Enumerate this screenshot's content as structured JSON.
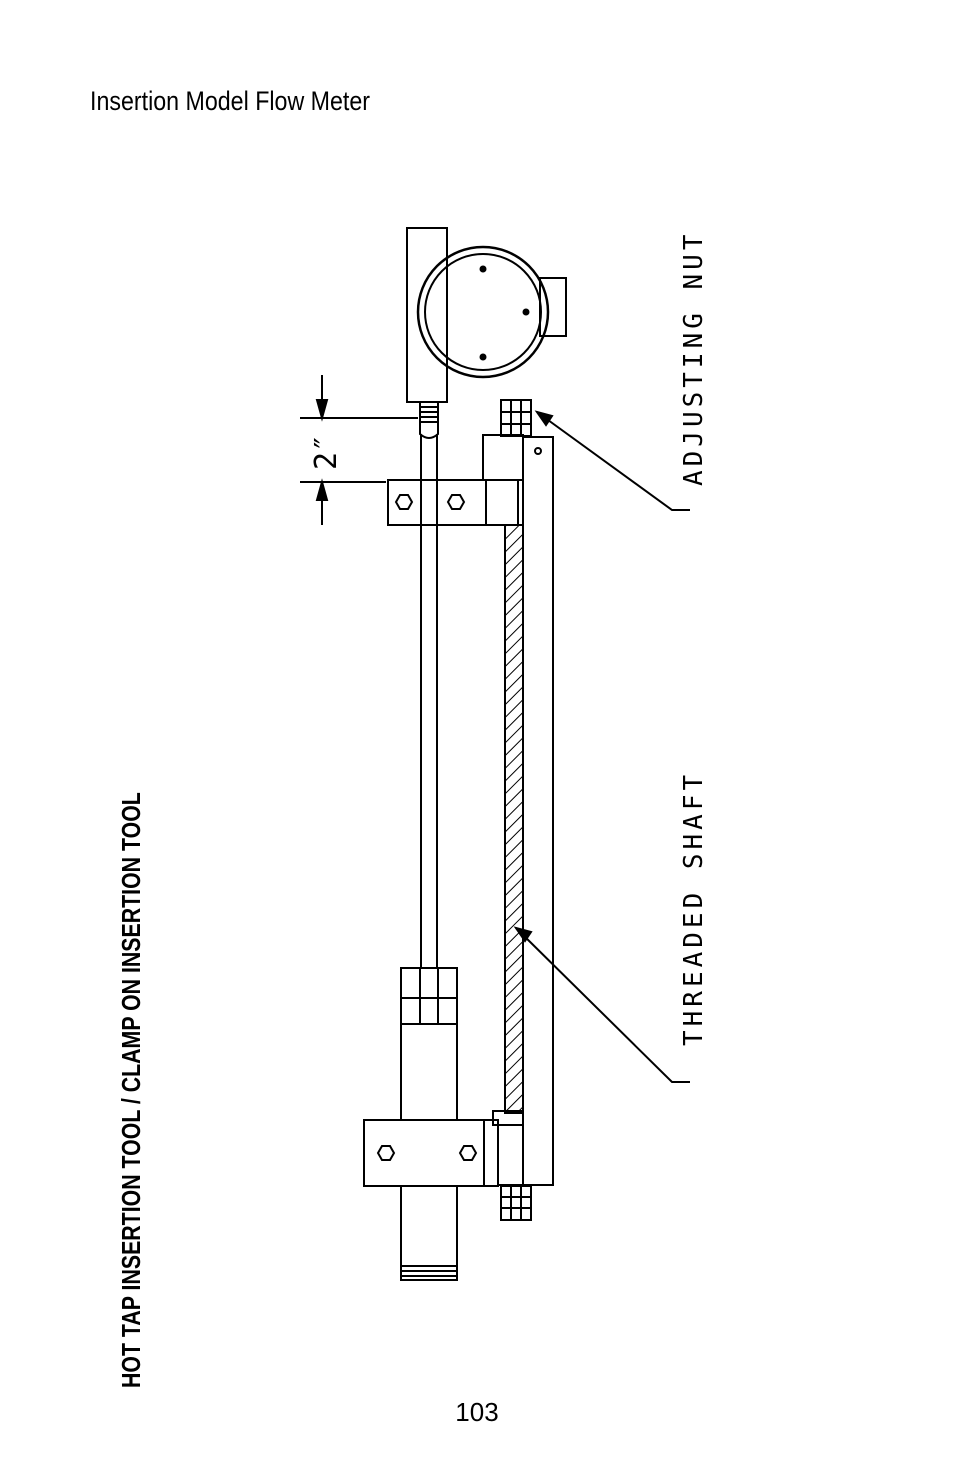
{
  "header": {
    "title": "Insertion Model Flow Meter"
  },
  "side_title": "HOT TAP INSERTION TOOL /  CLAMP ON INSERTION TOOL",
  "diagram": {
    "labels": {
      "adjusting_nut": "ADJUSTING NUT",
      "threaded_shaft": "THREADED SHAFT",
      "dimension": "2″"
    }
  },
  "footer": {
    "page_number": "103"
  }
}
